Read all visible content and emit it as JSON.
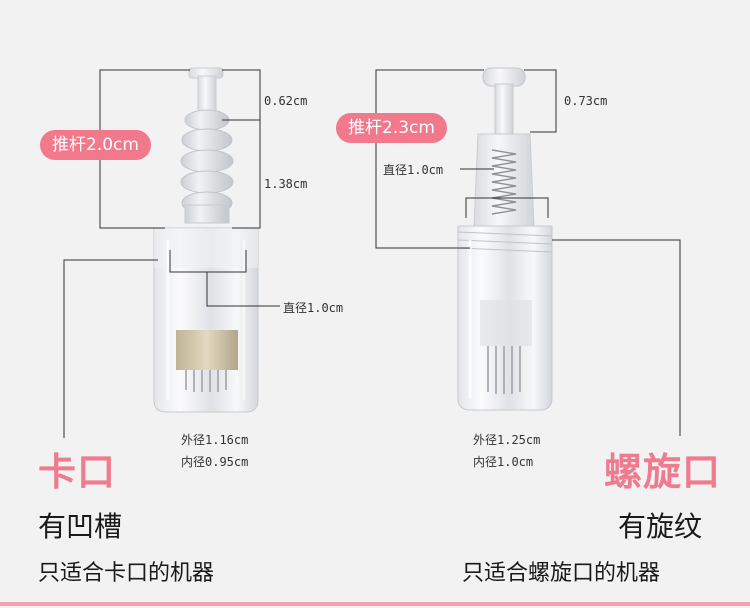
{
  "colors": {
    "accent": "#f2788c",
    "title_pink": "#ef7b8f",
    "line": "#333333"
  },
  "left": {
    "push_rod_label": "推杆2.0cm",
    "dim_top": "0.62cm",
    "dim_mid": "1.38cm",
    "dim_diameter": "直径1.0cm",
    "outer_diameter": "外径1.16cm",
    "inner_diameter": "内径0.95cm",
    "type_title": "卡口",
    "feature": "有凹槽",
    "compat": "只适合卡口的机器"
  },
  "right": {
    "push_rod_label": "推杆2.3cm",
    "dim_top": "0.73cm",
    "dim_diameter": "直径1.0cm",
    "outer_diameter": "外径1.25cm",
    "inner_diameter": "内径1.0cm",
    "type_title": "螺旋口",
    "feature": "有旋纹",
    "compat": "只适合螺旋口的机器"
  }
}
